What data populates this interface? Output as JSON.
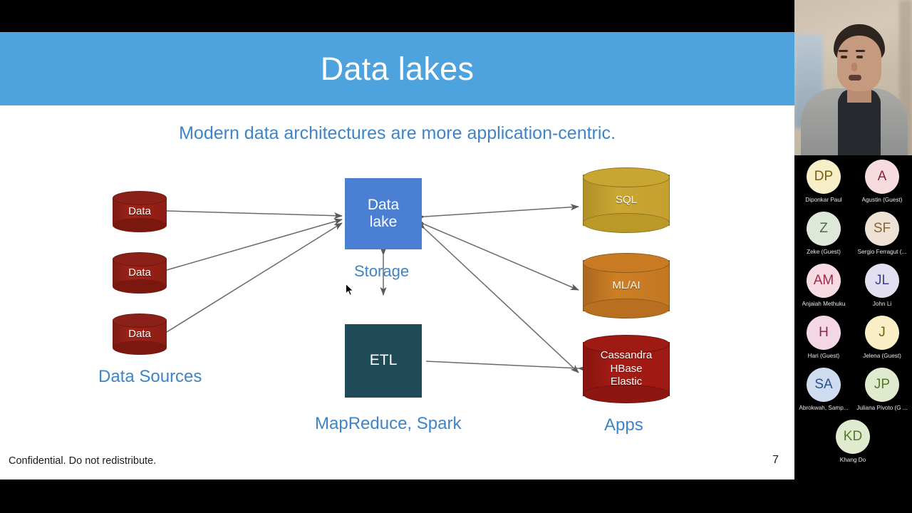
{
  "slide": {
    "title": "Data lakes",
    "subtitle": "Modern data architectures are more application-centric.",
    "footer_note": "Confidential. Do not redistribute.",
    "page_number": "7",
    "title_band_color": "#4ea2dd",
    "accent_text_color": "#3d85c8"
  },
  "diagram": {
    "sources": {
      "caption": "Data Sources",
      "items": [
        {
          "label": "Data",
          "color": "#8b1d15"
        },
        {
          "label": "Data",
          "color": "#8b1d15"
        },
        {
          "label": "Data",
          "color": "#8b1d15"
        }
      ]
    },
    "center": {
      "datalake": {
        "label_line1": "Data",
        "label_line2": "lake",
        "color": "#4a7fd4",
        "caption": "Storage"
      },
      "etl": {
        "label": "ETL",
        "color": "#1f4a57",
        "caption": "MapReduce, Spark"
      }
    },
    "apps": {
      "caption": "Apps",
      "items": [
        {
          "label_line1": "SQL",
          "label_line2": "",
          "label_line3": "",
          "color": "#c5a02e"
        },
        {
          "label_line1": "ML/AI",
          "label_line2": "",
          "label_line3": "",
          "color": "#c37722"
        },
        {
          "label_line1": "Cassandra",
          "label_line2": "HBase",
          "label_line3": "Elastic",
          "color": "#9c1a12"
        }
      ]
    }
  },
  "panel": {
    "video": {
      "name": "active-speaker-video"
    },
    "participants": [
      {
        "initials": "DP",
        "name": "Diponkar Paul",
        "bg": "#f7efc8",
        "fg": "#7a5e12"
      },
      {
        "initials": "A",
        "name": "Agustin (Guest)",
        "bg": "#f6dbdf",
        "fg": "#8a2438"
      },
      {
        "initials": "Z",
        "name": "Zeke (Guest)",
        "bg": "#dde8d8",
        "fg": "#4a6b3e"
      },
      {
        "initials": "SF",
        "name": "Sergio Ferragut (...",
        "bg": "#eee2d6",
        "fg": "#8a6235"
      },
      {
        "initials": "AM",
        "name": "Anjaiah Methuku",
        "bg": "#f7dbe3",
        "fg": "#a02a46"
      },
      {
        "initials": "JL",
        "name": "John Li",
        "bg": "#e2dff1",
        "fg": "#3f3f8c"
      },
      {
        "initials": "H",
        "name": "Hari (Guest)",
        "bg": "#f4d7e4",
        "fg": "#8e2450"
      },
      {
        "initials": "J",
        "name": "Jelena (Guest)",
        "bg": "#faeec6",
        "fg": "#7a5e12"
      },
      {
        "initials": "SA",
        "name": "Abrokwah, Samp...",
        "bg": "#cfdcf0",
        "fg": "#27508f"
      },
      {
        "initials": "JP",
        "name": "Juliana Pivoto (G ...",
        "bg": "#dfeace",
        "fg": "#55772c"
      },
      {
        "initials": "KD",
        "name": "Khang Do",
        "bg": "#dfeace",
        "fg": "#55772c"
      }
    ]
  },
  "cursor": {
    "name": "mouse-pointer"
  }
}
